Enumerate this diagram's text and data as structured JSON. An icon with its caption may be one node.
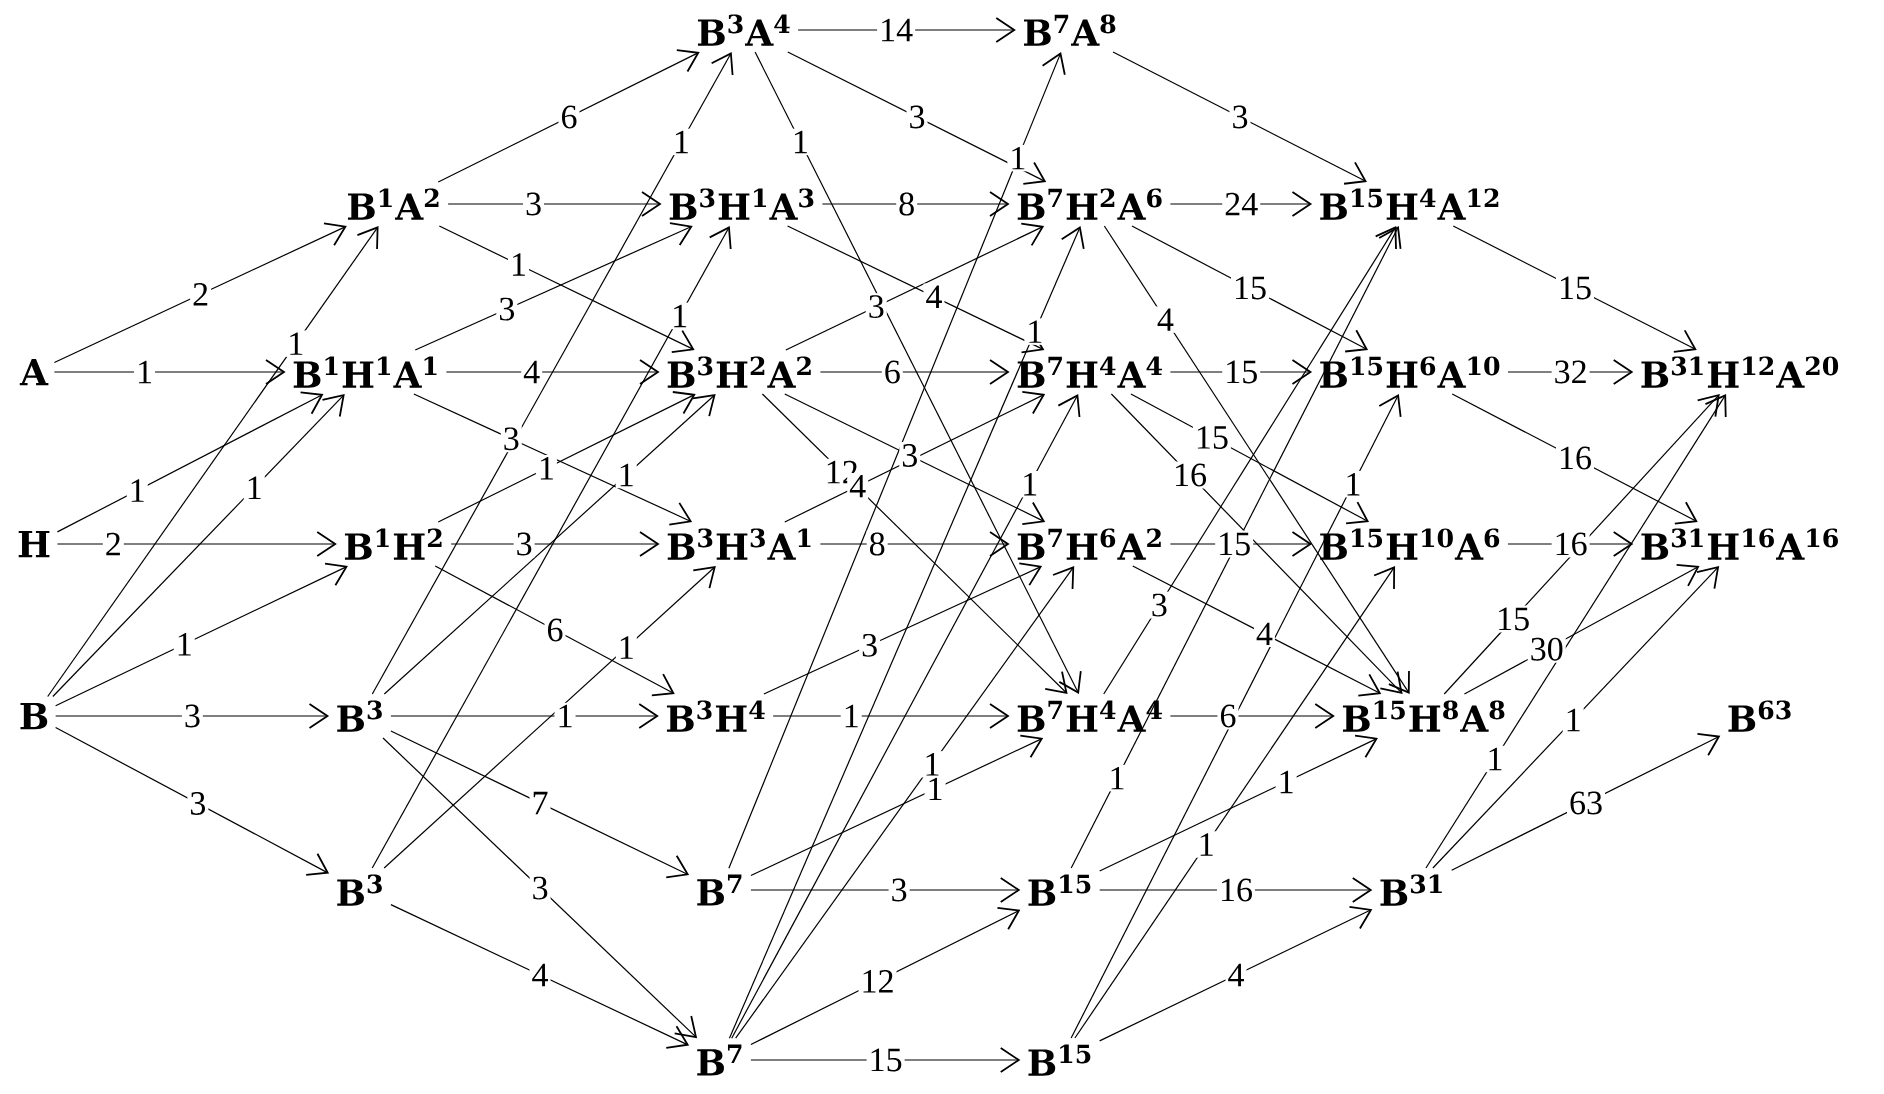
{
  "diagram": {
    "nodes": [
      {
        "text": [
          "A"
        ]
      },
      {
        "text": [
          "H"
        ]
      },
      {
        "text": [
          "B"
        ]
      },
      {
        "text": [
          "B$^{1}$A$^{2}$"
        ]
      },
      {
        "text": [
          "B$^{1}$H$^{1}$A$^{1}$"
        ]
      },
      {
        "text": [
          "B$^{1}$H$^{2}$"
        ]
      },
      {
        "text": [
          "B$^{3}$"
        ]
      },
      {
        "text": [
          "B$^{3}$"
        ]
      },
      {
        "text": [
          "B$^{3}$A$^{4}$"
        ]
      },
      {
        "text": [
          "B$^{3}$H$^{1}$A$^{3}$"
        ]
      },
      {
        "text": [
          "B$^{3}$H$^{2}$A$^{2}$"
        ]
      },
      {
        "text": [
          "B$^{3}$H$^{3}$A$^{1}$"
        ]
      },
      {
        "text": [
          "B$^{3}$H$^{4}$"
        ]
      },
      {
        "text": [
          "B$^{7}$"
        ]
      },
      {
        "text": [
          "B$^{7}$"
        ]
      },
      {
        "text": [
          "B$^{7}$A$^{8}$"
        ]
      },
      {
        "text": [
          "B$^{7}$H$^{2}$A$^{6}$"
        ]
      },
      {
        "text": [
          "B$^{7}$H$^{4}$A$^{4}$"
        ]
      },
      {
        "text": [
          "B$^{7}$H$^{6}$A$^{2}$"
        ]
      },
      {
        "text": [
          "B$^{7}$H$^{4}$A$^{4}$"
        ]
      },
      {
        "text": [
          "B$^{15}$"
        ]
      },
      {
        "text": [
          "B$^{15}$"
        ]
      },
      {
        "text": [
          "B$^{15}$H$^{4}$A$^{12}$"
        ]
      },
      {
        "text": [
          "B$^{15}$H$^{6}$A$^{10}$"
        ]
      },
      {
        "text": [
          "B$^{15}$H$^{10}$A$^{6}$"
        ]
      },
      {
        "text": [
          "B$^{15}$H$^{8}$A$^{8}$"
        ]
      },
      {
        "text": [
          "B$^{31}$"
        ]
      },
      {
        "text": [
          "B$^{31}$H$^{12}$A$^{20}$"
        ]
      },
      {
        "text": [
          "B$^{31}$H$^{16}$A$^{16}$"
        ]
      },
      {
        "text": [
          "B$^{63}$"
        ]
      }
    ],
    "edges": [
      {
        "from": 0,
        "to": 3,
        "arrow": "to",
        "label": "2"
      },
      {
        "from": 0,
        "to": 4,
        "arrow": "to",
        "label": "1"
      },
      {
        "from": 1,
        "to": 4,
        "arrow": "to",
        "label": "1"
      },
      {
        "from": 1,
        "to": 5,
        "arrow": "to",
        "label": "2"
      },
      {
        "from": 2,
        "to": 3,
        "arrow": "to",
        "label": "1"
      },
      {
        "from": 2,
        "to": 4,
        "arrow": "to",
        "label": "1"
      },
      {
        "from": 2,
        "to": 5,
        "arrow": "to",
        "label": "1"
      },
      {
        "from": 2,
        "to": 6,
        "arrow": "to",
        "label": "3"
      },
      {
        "from": 2,
        "to": 7,
        "arrow": "to",
        "label": "3"
      },
      {
        "from": 3,
        "to": 8,
        "arrow": "to",
        "label": "6"
      },
      {
        "from": 3,
        "to": 9,
        "arrow": "to",
        "label": "3"
      },
      {
        "from": 3,
        "to": 10,
        "arrow": "to",
        "label": "1"
      },
      {
        "from": 4,
        "to": 9,
        "arrow": "to",
        "label": "3"
      },
      {
        "from": 4,
        "to": 10,
        "arrow": "to",
        "label": "4"
      },
      {
        "from": 4,
        "to": 11,
        "arrow": "to",
        "label": "3"
      },
      {
        "from": 5,
        "to": 10,
        "arrow": "to",
        "label": "1"
      },
      {
        "from": 5,
        "to": 11,
        "arrow": "to",
        "label": "3"
      },
      {
        "from": 5,
        "to": 12,
        "arrow": "to",
        "label": "6"
      },
      {
        "from": 6,
        "to": 8,
        "arrow": "to",
        "label": "1"
      },
      {
        "from": 6,
        "to": 10,
        "arrow": "to",
        "label": "1"
      },
      {
        "from": 6,
        "to": 12,
        "arrow": "to",
        "label": "1"
      },
      {
        "from": 6,
        "to": 13,
        "arrow": "to",
        "label": "7"
      },
      {
        "from": 6,
        "to": 14,
        "arrow": "to",
        "label": "3"
      },
      {
        "from": 7,
        "to": 9,
        "arrow": "to",
        "label": "1"
      },
      {
        "from": 7,
        "to": 11,
        "arrow": "to",
        "label": "1"
      },
      {
        "from": 7,
        "to": 14,
        "arrow": "to",
        "label": "4"
      },
      {
        "from": 8,
        "to": 15,
        "arrow": "to",
        "label": "14"
      },
      {
        "from": 8,
        "to": 16,
        "arrow": "to",
        "label": "3"
      },
      {
        "from": 8,
        "to": 19,
        "arrow": "to",
        "label": "1"
      },
      {
        "from": 9,
        "to": 16,
        "arrow": "to",
        "label": "8"
      },
      {
        "from": 9,
        "to": 17,
        "arrow": "to",
        "label": "4"
      },
      {
        "from": 10,
        "to": 16,
        "arrow": "to",
        "label": "3"
      },
      {
        "from": 10,
        "to": 17,
        "arrow": "to",
        "label": "6"
      },
      {
        "from": 10,
        "to": 18,
        "arrow": "to",
        "label": "3"
      },
      {
        "from": 10,
        "to": 19,
        "arrow": "to",
        "label": "12"
      },
      {
        "from": 11,
        "to": 17,
        "arrow": "to",
        "label": "4"
      },
      {
        "from": 11,
        "to": 18,
        "arrow": "to",
        "label": "8"
      },
      {
        "from": 12,
        "to": 18,
        "arrow": "to",
        "label": "3"
      },
      {
        "from": 12,
        "to": 19,
        "arrow": "to",
        "label": "1"
      },
      {
        "from": 13,
        "to": 15,
        "arrow": "to",
        "label": "1"
      },
      {
        "from": 13,
        "to": 19,
        "arrow": "to",
        "label": "1"
      },
      {
        "from": 13,
        "to": 20,
        "arrow": "to",
        "label": "3"
      },
      {
        "from": 14,
        "to": 16,
        "arrow": "to",
        "label": "1"
      },
      {
        "from": 14,
        "to": 17,
        "arrow": "to",
        "label": "1"
      },
      {
        "from": 14,
        "to": 18,
        "arrow": "to",
        "label": "1"
      },
      {
        "from": 14,
        "to": 20,
        "arrow": "to",
        "label": "12"
      },
      {
        "from": 14,
        "to": 21,
        "arrow": "to",
        "label": "15"
      },
      {
        "from": 15,
        "to": 22,
        "arrow": "to",
        "label": "3"
      },
      {
        "from": 16,
        "to": 22,
        "arrow": "to",
        "label": "24"
      },
      {
        "from": 16,
        "to": 23,
        "arrow": "to",
        "label": "15"
      },
      {
        "from": 16,
        "to": 25,
        "arrow": "to",
        "label": "4"
      },
      {
        "from": 17,
        "to": 23,
        "arrow": "to",
        "label": "15"
      },
      {
        "from": 17,
        "to": 24,
        "arrow": "to",
        "label": "15"
      },
      {
        "from": 17,
        "to": 25,
        "arrow": "to",
        "label": "16"
      },
      {
        "from": 18,
        "to": 24,
        "arrow": "to",
        "label": "15"
      },
      {
        "from": 18,
        "to": 25,
        "arrow": "to",
        "label": "4"
      },
      {
        "from": 19,
        "to": 22,
        "arrow": "to",
        "label": "3"
      },
      {
        "from": 19,
        "to": 25,
        "arrow": "to",
        "label": "6"
      },
      {
        "from": 20,
        "to": 22,
        "arrow": "to",
        "label": "1"
      },
      {
        "from": 20,
        "to": 25,
        "arrow": "to",
        "label": "1"
      },
      {
        "from": 20,
        "to": 26,
        "arrow": "to",
        "label": "16"
      },
      {
        "from": 21,
        "to": 23,
        "arrow": "to",
        "label": "1"
      },
      {
        "from": 21,
        "to": 24,
        "arrow": "to",
        "label": "1"
      },
      {
        "from": 21,
        "to": 26,
        "arrow": "to",
        "label": "4"
      },
      {
        "from": 22,
        "to": 27,
        "arrow": "to",
        "label": "15"
      },
      {
        "from": 23,
        "to": 27,
        "arrow": "to",
        "label": "32"
      },
      {
        "from": 23,
        "to": 28,
        "arrow": "to",
        "label": "16"
      },
      {
        "from": 24,
        "to": 28,
        "arrow": "to",
        "label": "16"
      },
      {
        "from": 25,
        "to": 27,
        "arrow": "to",
        "label": "15"
      },
      {
        "from": 25,
        "to": 28,
        "arrow": "to",
        "label": "30"
      },
      {
        "from": 26,
        "to": 27,
        "arrow": "to",
        "label": "1"
      },
      {
        "from": 26,
        "to": 28,
        "arrow": "to",
        "label": "1"
      },
      {
        "from": 26,
        "to": 29,
        "arrow": "to",
        "label": "63"
      }
    ]
  }
}
